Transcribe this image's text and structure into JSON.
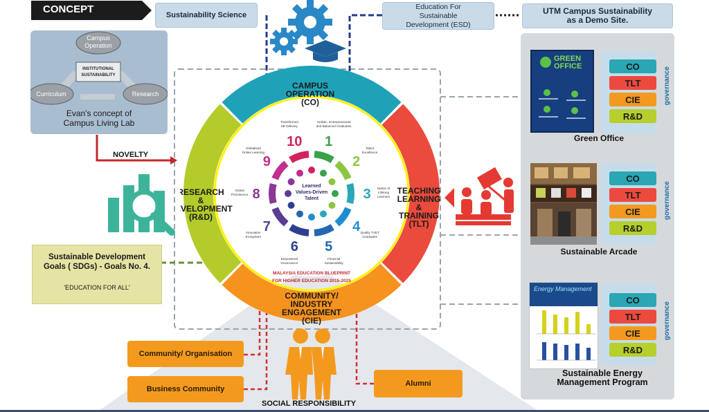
{
  "header": {
    "concept": "CONCEPT"
  },
  "top_boxes": {
    "sustainability_science": "Sustainability Science",
    "esd": [
      "Education For",
      "Sustainable",
      "Development (ESD)"
    ],
    "demo_site": [
      "UTM Campus Sustainability",
      "as a Demo Site."
    ]
  },
  "evans": {
    "campus_operation": [
      "Campus",
      "Operation"
    ],
    "institutional": [
      "INSTITUTIONAL",
      "SUSTAINABILITY"
    ],
    "curriculum": "Curriculum",
    "research": "Research",
    "caption": [
      "Evan's concept of",
      "Campus Living Lab"
    ]
  },
  "novelty": "NOVELTY",
  "ring": {
    "co": [
      "CAMPUS",
      "OPERATION",
      "(CO)"
    ],
    "tlt": [
      "TEACHING",
      "LEARNING",
      "&",
      "TRAINING",
      "(TLT)"
    ],
    "cie": [
      "COMMUNITY/",
      "INDUSTRY",
      "ENGAGEMENT",
      "(CIE)"
    ],
    "rd": [
      "RESEARCH",
      "&",
      "DEVELOPMENT",
      "(R&D)"
    ]
  },
  "blueprint": {
    "center": [
      "Learned",
      "Values-Driven",
      "Talent"
    ],
    "title": [
      "MALAYSIA EDUCATION BLUEPRINT",
      "FOR HIGHER EDUCATION 2015-2025"
    ],
    "items": [
      {
        "n": "1",
        "label": [
          "Holistic, Entrepreneurial",
          "and Balanced Graduates"
        ],
        "color": "#3aa24a"
      },
      {
        "n": "2",
        "label": [
          "Talent",
          "Excellence"
        ],
        "color": "#8cc63f"
      },
      {
        "n": "3",
        "label": [
          "Nation of",
          "Lifelong",
          "Learners"
        ],
        "color": "#2aa7b8"
      },
      {
        "n": "4",
        "label": [
          "Quality TVET",
          "Graduates"
        ],
        "color": "#1f8ed1"
      },
      {
        "n": "5",
        "label": [
          "Financial",
          "Sustainability"
        ],
        "color": "#2566b0"
      },
      {
        "n": "6",
        "label": [
          "Empowered",
          "Governance"
        ],
        "color": "#2d3f8f"
      },
      {
        "n": "7",
        "label": [
          "Innovation",
          "Ecosystem"
        ],
        "color": "#5b3c94"
      },
      {
        "n": "8",
        "label": [
          "Global",
          "Prominence"
        ],
        "color": "#8a3795"
      },
      {
        "n": "9",
        "label": [
          "Globalised",
          "Online Learning"
        ],
        "color": "#c0308c"
      },
      {
        "n": "10",
        "label": [
          "Transformed",
          "HE Delivery"
        ],
        "color": "#d0235e"
      }
    ]
  },
  "sdg": {
    "title": [
      "Sustainable Development",
      "Goals ( SDGs) - Goals No. 4."
    ],
    "sub": "'EDUCATION FOR ALL'"
  },
  "community": {
    "org": "Community/ Organisation",
    "business": "Business Community",
    "alumni": "Alumni",
    "social": "SOCIAL RESPONSIBILITY"
  },
  "sites": [
    {
      "caption": [
        "Green Office"
      ],
      "poster": [
        "GREEN",
        "OFFICE"
      ]
    },
    {
      "caption": [
        "Sustainable Arcade"
      ]
    },
    {
      "caption": [
        "Sustainable Energy",
        "Management Program"
      ],
      "poster": [
        "Energy Management"
      ]
    }
  ],
  "tags": [
    {
      "label": "CO",
      "color": "#2aa6b4"
    },
    {
      "label": "TLT",
      "color": "#ec4a3f"
    },
    {
      "label": "CIE",
      "color": "#f39a1e"
    },
    {
      "label": "R&D",
      "color": "#b6cf2c"
    }
  ],
  "governance": "governance",
  "colors": {
    "co": "#1fa2b8",
    "tlt": "#ea4b3c",
    "cie": "#f6921e",
    "rd": "#b4cb2a",
    "gear": "#2a88c6",
    "icon_green": "#3db49a",
    "people_red": "#e43a33"
  }
}
